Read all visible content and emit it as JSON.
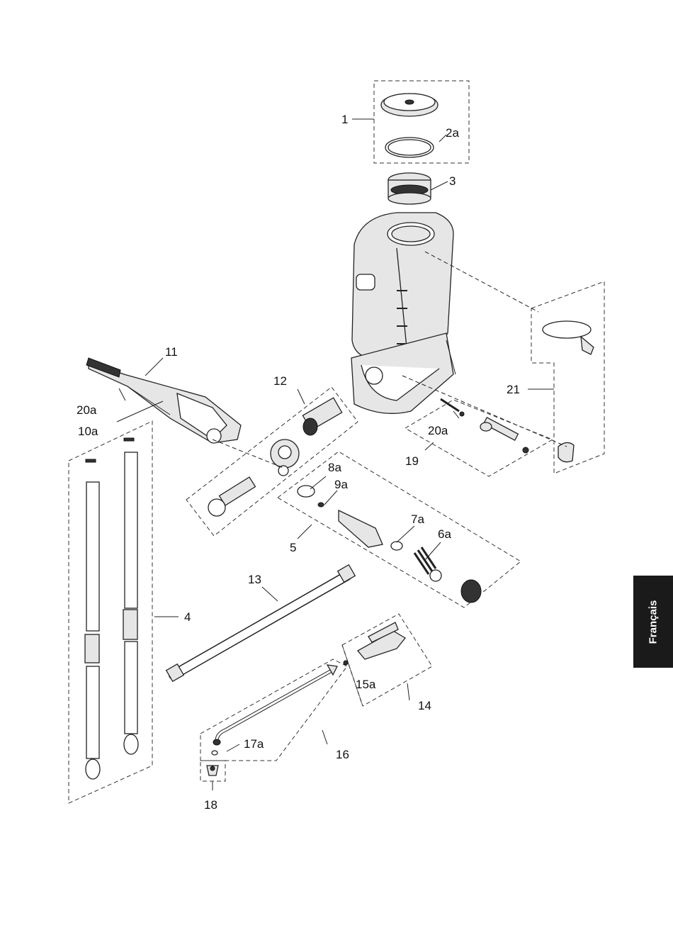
{
  "labels": {
    "p1": "1",
    "p2a": "2a",
    "p3": "3",
    "p4": "4",
    "p5": "5",
    "p6a": "6a",
    "p7a": "7a",
    "p8a": "8a",
    "p9a": "9a",
    "p10a": "10a",
    "p11": "11",
    "p12": "12",
    "p13": "13",
    "p14": "14",
    "p15a": "15a",
    "p16": "16",
    "p17a": "17a",
    "p18": "18",
    "p19": "19",
    "p20a_left": "20a",
    "p20a_right": "20a",
    "p21": "21"
  },
  "language_tab": "Français"
}
